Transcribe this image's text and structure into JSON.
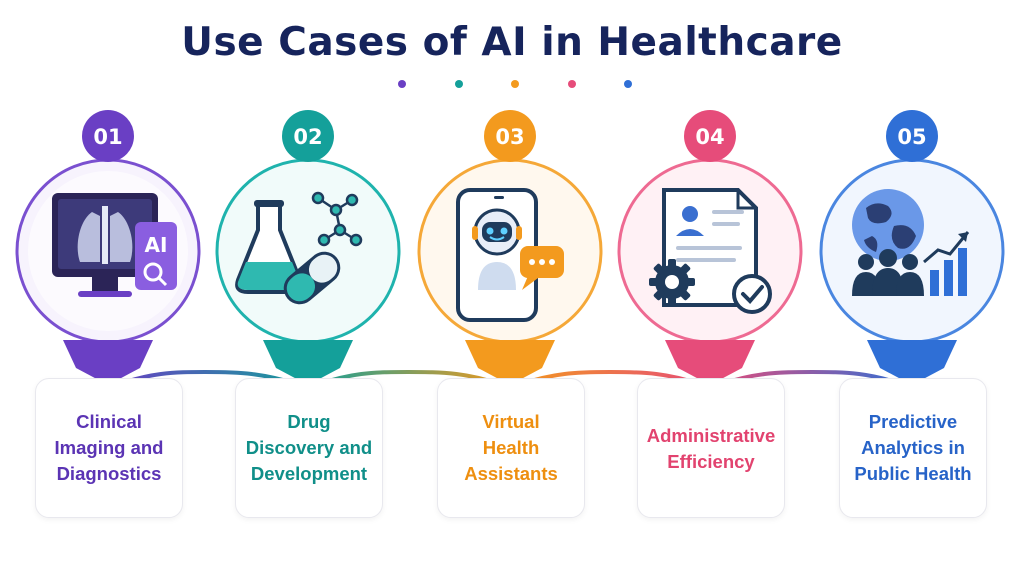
{
  "title": "Use Cases of AI in Healthcare",
  "colors": {
    "title": "#16245c",
    "step1": "#6a3fc4",
    "step2": "#14a09a",
    "step3": "#f39a1e",
    "step4": "#e64c7a",
    "step5": "#2f6fd6"
  },
  "steps": [
    {
      "number": "01",
      "label_lines": [
        "Clinical",
        "Imaging and",
        "Diagnostics"
      ],
      "icon": "xray-monitor-ai-icon"
    },
    {
      "number": "02",
      "label_lines": [
        "Drug",
        "Discovery and",
        "Development"
      ],
      "icon": "flask-pill-molecule-icon"
    },
    {
      "number": "03",
      "label_lines": [
        "Virtual",
        "Health",
        "Assistants"
      ],
      "icon": "chatbot-phone-icon"
    },
    {
      "number": "04",
      "label_lines": [
        "Administrative",
        "Efficiency"
      ],
      "icon": "document-gear-check-icon"
    },
    {
      "number": "05",
      "label_lines": [
        "Predictive",
        "Analytics in",
        "Public Health"
      ],
      "icon": "globe-people-chart-icon"
    }
  ]
}
